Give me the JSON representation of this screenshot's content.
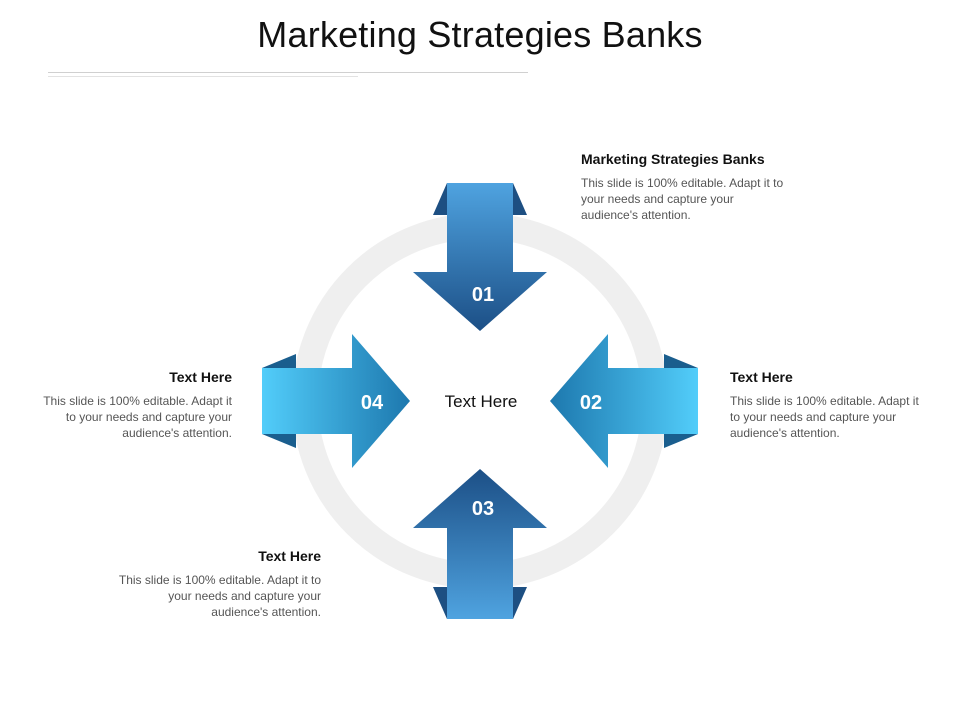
{
  "slide": {
    "title": "Marketing Strategies Banks"
  },
  "center": {
    "label": "Text Here"
  },
  "arrows": [
    {
      "number": "01"
    },
    {
      "number": "02"
    },
    {
      "number": "03"
    },
    {
      "number": "04"
    }
  ],
  "blocks": [
    {
      "heading": "Marketing Strategies Banks",
      "body": "This slide is 100% editable. Adapt it to your needs and capture your audience's attention."
    },
    {
      "heading": "Text Here",
      "body": "This slide is 100% editable. Adapt it to your needs and capture your audience's attention."
    },
    {
      "heading": "Text Here",
      "body": "This slide is 100% editable. Adapt it to your needs and capture your audience's attention."
    },
    {
      "heading": "Text Here",
      "body": "This slide is 100% editable. Adapt it to your needs and capture your audience's attention."
    }
  ],
  "colors": {
    "ring": "#efefef",
    "dark_blue": "#1d5a8c",
    "mid_blue": "#2f86c8",
    "light_blue": "#4fc4f4"
  }
}
